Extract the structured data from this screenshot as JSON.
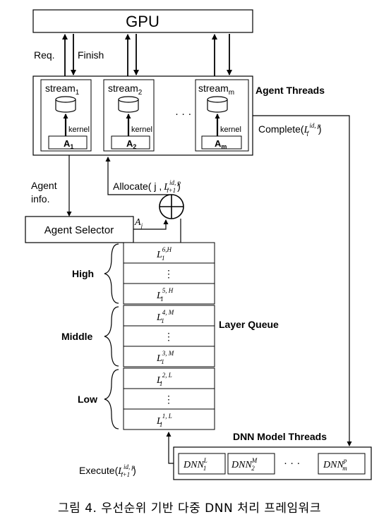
{
  "gpu": {
    "label": "GPU"
  },
  "arrows": {
    "req": "Req.",
    "finish": "Finish"
  },
  "agent_threads": {
    "title": "Agent Threads",
    "streams": [
      {
        "name": "stream",
        "sub": "1",
        "kernel": "kernel",
        "agent": "A",
        "agent_sub": "1"
      },
      {
        "name": "stream",
        "sub": "2",
        "kernel": "kernel",
        "agent": "A",
        "agent_sub": "2"
      },
      {
        "name": "stream",
        "sub": "m",
        "kernel": "kernel",
        "agent": "A",
        "agent_sub": "m"
      }
    ],
    "ellipsis": "· · ·"
  },
  "complete": {
    "text": "Complete(",
    "L": "L",
    "sup": "id, p",
    "sub": "i",
    "close": ")"
  },
  "agent_info": {
    "line1": "Agent",
    "line2": "info."
  },
  "allocate": {
    "text": "Allocate( j ,",
    "L": "L",
    "sup": "id, p",
    "sub": "i+1",
    "close": ")"
  },
  "agent_selector": {
    "label": "Agent Selector"
  },
  "aj": {
    "A": "A",
    "sub": "j"
  },
  "queue": {
    "title": "Layer Queue",
    "groups": [
      {
        "label": "High",
        "cells": [
          {
            "sup": "6,H",
            "sub": "1"
          },
          {
            "dots": "⋮"
          },
          {
            "sup": "5, H",
            "sub": "1"
          }
        ]
      },
      {
        "label": "Middle",
        "cells": [
          {
            "sup": "4, M",
            "sub": "1"
          },
          {
            "dots": "⋮"
          },
          {
            "sup": "3, M",
            "sub": "1"
          }
        ]
      },
      {
        "label": "Low",
        "cells": [
          {
            "sup": "2, L",
            "sub": "1"
          },
          {
            "dots": "⋮"
          },
          {
            "sup": "1, L",
            "sub": "1"
          }
        ]
      }
    ],
    "L": "L"
  },
  "dnn": {
    "title": "DNN Model Threads",
    "models": [
      {
        "name": "DNN",
        "sup": "L",
        "sub": "1"
      },
      {
        "name": "DNN",
        "sup": "M",
        "sub": "2"
      },
      {
        "name": "DNN",
        "sup": "p",
        "sub": "m"
      }
    ],
    "ellipsis": "· · ·"
  },
  "execute": {
    "text": "Execute(",
    "L": "L",
    "sup": "id, p",
    "sub": "i+1",
    "close": ")"
  },
  "caption": "그림 4.    우선순위 기반 다중 DNN 처리 프레임워크"
}
